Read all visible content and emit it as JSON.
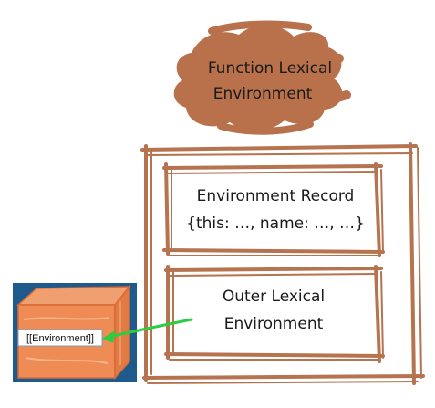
{
  "title": {
    "line1": "Function Lexical",
    "line2": "Environment"
  },
  "environment_record": {
    "line1": "Environment Record",
    "line2": "{this: …, name: …, …}"
  },
  "outer_environment": {
    "line1": "Outer Lexical",
    "line2": "Environment"
  },
  "environment_slot": {
    "label": "[[Environment]]"
  },
  "colors": {
    "frame": "#b5734f",
    "title_blob": "#b8714a",
    "box_background": "#1e5a8c",
    "box_orange": "#ef8c56",
    "arrow": "#2ecc40"
  }
}
